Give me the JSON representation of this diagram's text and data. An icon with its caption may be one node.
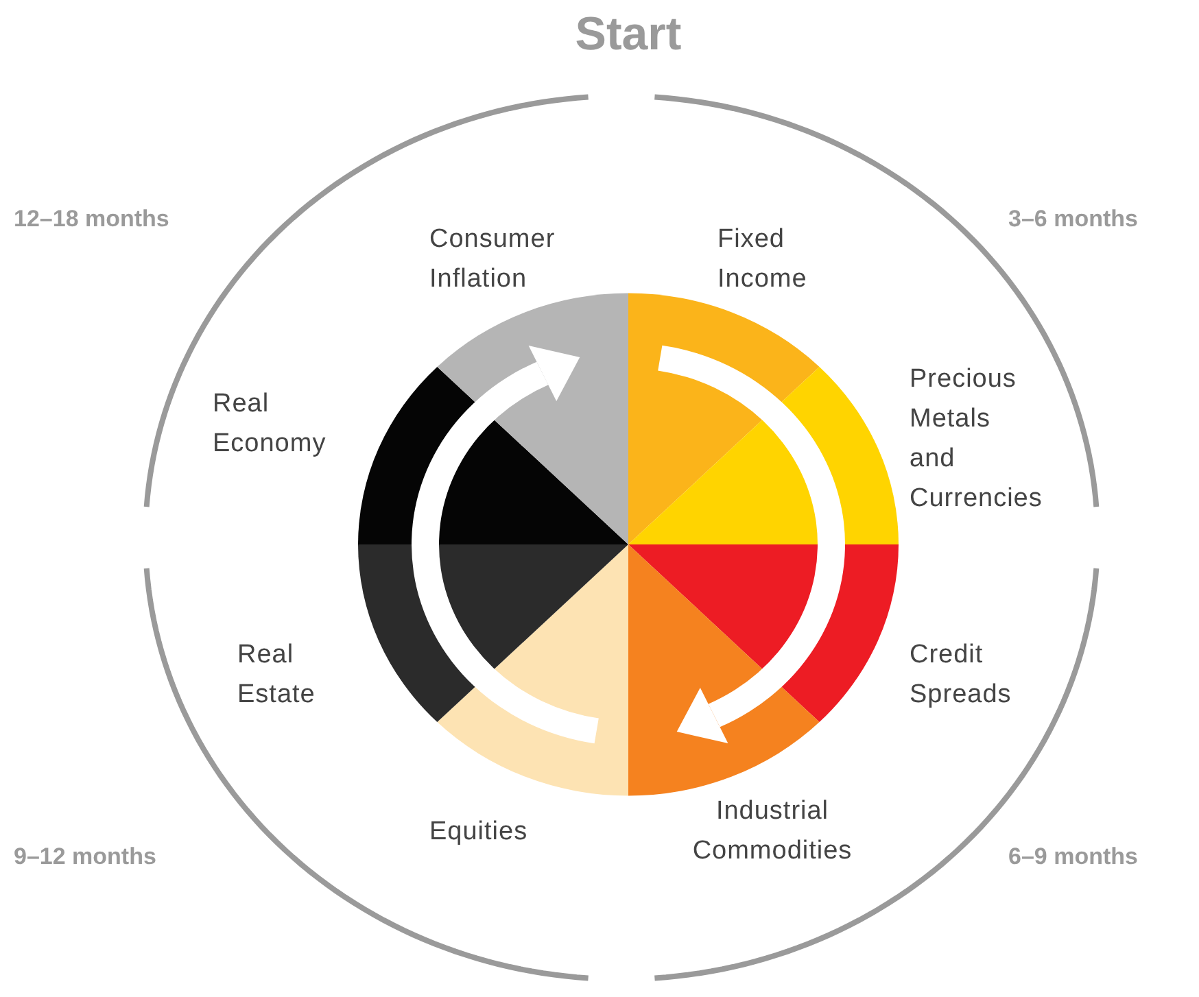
{
  "diagram": {
    "title": "Start",
    "labels": [
      "12–18 months",
      "Consumer Inflation",
      "Fixed Income",
      "3–6 months",
      "Precious Metals and Currencies",
      "Real Economy",
      "Credit Spreads",
      "Real Estate",
      "Industrial Commodities",
      "Equities",
      "9–12 months",
      "6–9 months"
    ]
  }
}
